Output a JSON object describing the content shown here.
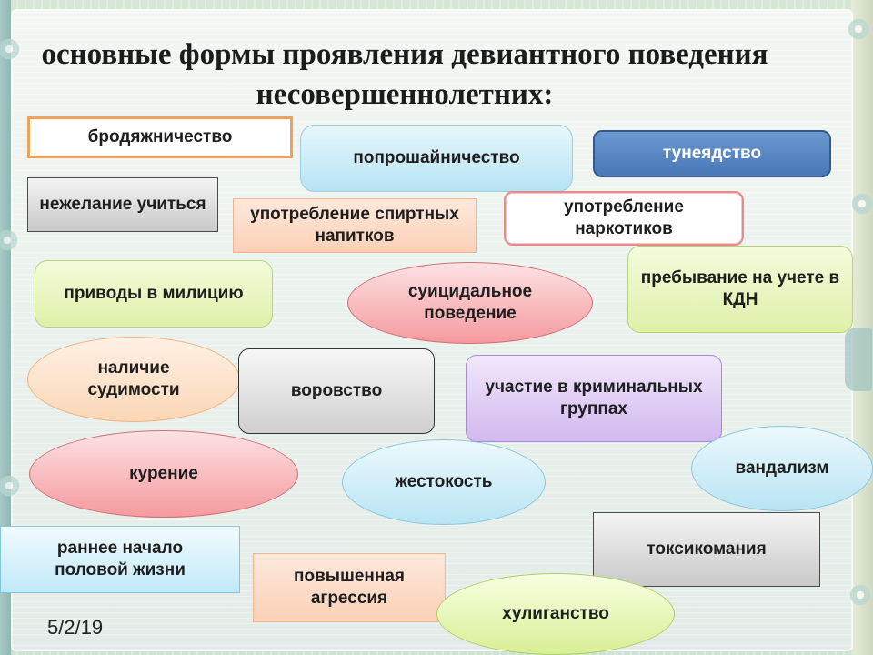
{
  "title": "основные формы проявления девиантного поведения несовершеннолетних:",
  "date": "5/2/19",
  "forms": [
    {
      "id": "vagrancy",
      "label": "бродяжничество"
    },
    {
      "id": "begging",
      "label": "попрошайничество"
    },
    {
      "id": "parasitism",
      "label": "тунеядство"
    },
    {
      "id": "unwillingness-to-study",
      "label": "нежелание учиться"
    },
    {
      "id": "alcohol-use",
      "label": "употребление спиртных напитков"
    },
    {
      "id": "drug-use",
      "label": "употребление наркотиков"
    },
    {
      "id": "police-detentions",
      "label": "приводы в милицию"
    },
    {
      "id": "suicidal-behavior",
      "label": "суицидальное поведение"
    },
    {
      "id": "kdn-registration",
      "label": "пребывание на учете в КДН"
    },
    {
      "id": "criminal-record",
      "label": "наличие судимости"
    },
    {
      "id": "theft",
      "label": "воровство"
    },
    {
      "id": "criminal-groups",
      "label": "участие в криминальных группах"
    },
    {
      "id": "smoking",
      "label": "курение"
    },
    {
      "id": "cruelty",
      "label": "жестокость"
    },
    {
      "id": "vandalism",
      "label": "вандализм"
    },
    {
      "id": "early-sexual-life",
      "label": "раннее начало половой жизни"
    },
    {
      "id": "substance-abuse",
      "label": "токсикомания"
    },
    {
      "id": "increased-aggression",
      "label": "повышенная агрессия"
    },
    {
      "id": "hooliganism",
      "label": "хулиганство"
    }
  ],
  "colors": {
    "accent_blue": "#4a78b7",
    "orange_border": "#f0a25a",
    "pink": "#f59a9e",
    "green": "#dff0a9",
    "lilac": "#d2b9ef"
  }
}
